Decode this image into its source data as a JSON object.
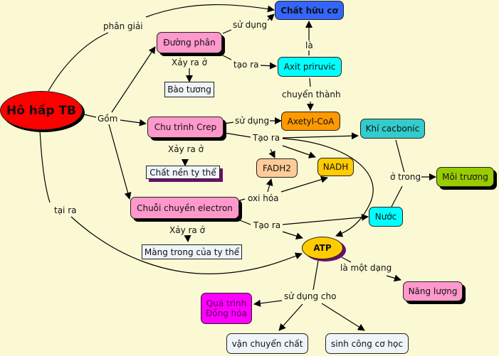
{
  "diagram": {
    "title": "Hô hấp TB",
    "nodes": {
      "ho_hap": {
        "label": "Hô hấp TB",
        "color": "#ff0000"
      },
      "chat_huu_co": {
        "label": "Chất hữu cơ",
        "color": "#3366ff"
      },
      "duong_phan": {
        "label": "Đường phân",
        "color": "#ff99cc"
      },
      "bao_tuong": {
        "label": "Bào tương",
        "color": "#eef4f8"
      },
      "axit_piruvic": {
        "label": "Axit priruvic",
        "color": "#00ffff"
      },
      "chu_trinh_crep": {
        "label": "Chu trình Crep",
        "color": "#ff99cc"
      },
      "axetyl_coa": {
        "label": "Axetyl-CoA",
        "color": "#ff9900"
      },
      "khi_cacbonic": {
        "label": "Khí cacbonic",
        "color": "#33cccc"
      },
      "chat_nen": {
        "label": "Chất nền ty thể",
        "color": "#eef4f8"
      },
      "fadh2": {
        "label": "FADH2",
        "color": "#ffcc99"
      },
      "nadh": {
        "label": "NADH",
        "color": "#ffcc00"
      },
      "moi_truong": {
        "label": "Môi trương",
        "color": "#99cc00"
      },
      "chuoi": {
        "label": "Chuỗi chuyền electron",
        "color": "#ff99cc"
      },
      "nuoc": {
        "label": "Nước",
        "color": "#00ffff"
      },
      "mang_trong": {
        "label": "Màng trong của ty thể",
        "color": "#eef4f8"
      },
      "atp": {
        "label": "ATP",
        "color": "#ffcc00"
      },
      "nang_luong": {
        "label": "Năng lượng",
        "color": "#ff99cc"
      },
      "qua_trinh": {
        "label": "Quá trình\nĐồng hóa",
        "color": "#ff00ff"
      },
      "van_chuyen": {
        "label": "vận chuyển chất",
        "color": "#eef4f8"
      },
      "sinh_cong": {
        "label": "sinh công cơ học",
        "color": "#eef4f8"
      }
    },
    "links": {
      "phan_giai": "phân giải",
      "su_dung_1": "sử dụng",
      "la": "là",
      "xay_ra_o_1": "Xảy ra ở",
      "tao_ra_1": "tạo ra",
      "chuyen_thanh": "chuyển thành",
      "gom": "Gồm",
      "su_dung_2": "sử dụng",
      "tao_ra_2": "Tạo ra",
      "xay_ra_o_2": "Xảy ra ở",
      "o_trong": "ở trong",
      "oxi_hoa": "oxi hóa",
      "tai_ra": "tại ra",
      "tao_ra_3": "Tạo ra",
      "xay_ra_o_3": "Xảy ra ở",
      "la_mot_dang": "là một dạng",
      "su_dung_cho": "sử dụng cho"
    }
  }
}
